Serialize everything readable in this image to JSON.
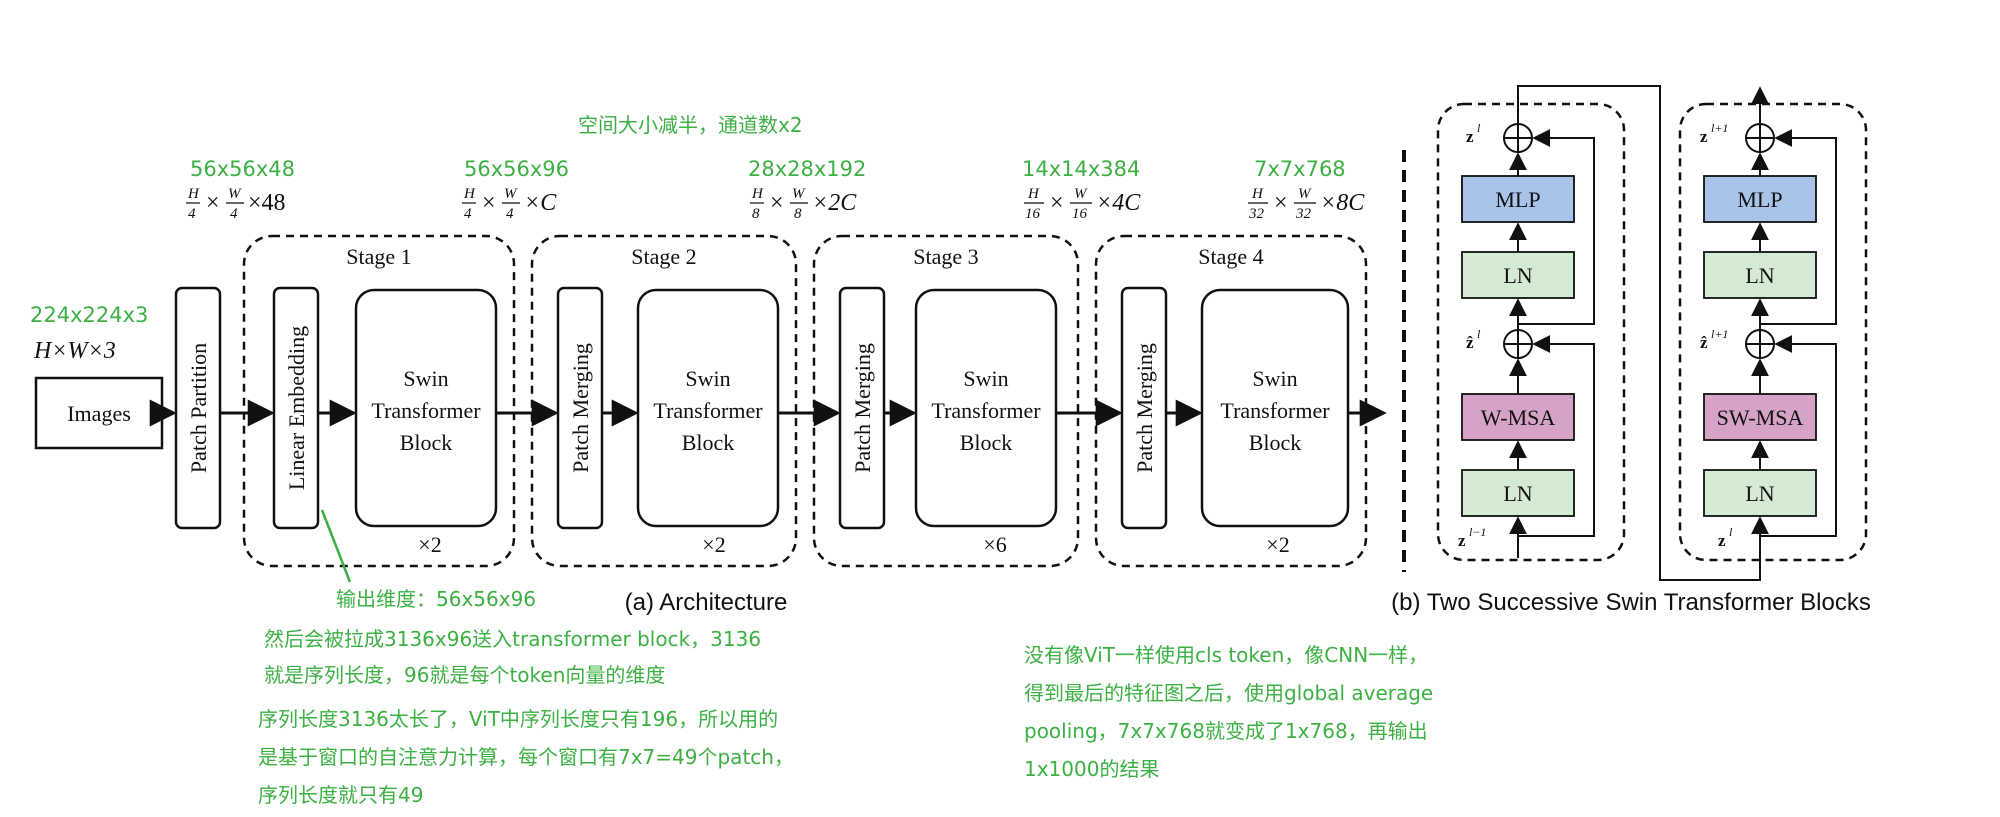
{
  "annotations": {
    "top_note": "空间大小减半，通道数x2",
    "input_dim": "224x224x3",
    "stage1_dim": "56x56x48",
    "stage1b_dim": "56x56x96",
    "stage2_dim": "28x28x192",
    "stage3_dim": "14x14x384",
    "stage4_dim": "7x7x768",
    "embed_out": "输出维度：56x56x96",
    "flatten_note_l1": "然后会被拉成3136x96送入transformer block，3136",
    "flatten_note_l2": "就是序列长度，96就是每个token向量的维度",
    "seq_note_l1": "序列长度3136太长了，ViT中序列长度只有196，所以用的",
    "seq_note_l2": "是基于窗口的自注意力计算，每个窗口有7x7=49个patch，",
    "seq_note_l3": "序列长度就只有49",
    "pool_note_l1": "没有像ViT一样使用cls token，像CNN一样，",
    "pool_note_l2": "得到最后的特征图之后，使用global average",
    "pool_note_l3": "pooling，7x7x768就变成了1x768，再输出",
    "pool_note_l4": "1x1000的结果"
  },
  "formulas": {
    "input": "H×W×3",
    "s1_num_a": "H",
    "s1_den_a": "4",
    "s1_num_b": "W",
    "s1_den_b": "4",
    "s1_rest": "×48",
    "s1b_num_a": "H",
    "s1b_den_a": "4",
    "s1b_num_b": "W",
    "s1b_den_b": "4",
    "s1b_rest": "×C",
    "s2_num_a": "H",
    "s2_den_a": "8",
    "s2_num_b": "W",
    "s2_den_b": "8",
    "s2_rest": "×2C",
    "s3_num_a": "H",
    "s3_den_a": "16",
    "s3_num_b": "W",
    "s3_den_b": "16",
    "s3_rest": "×4C",
    "s4_num_a": "H",
    "s4_den_a": "32",
    "s4_num_b": "W",
    "s4_den_b": "32",
    "s4_rest": "×8C",
    "times_sign": "×"
  },
  "architecture": {
    "images_label": "Images",
    "patch_partition": "Patch Partition",
    "linear_embedding": "Linear Embedding",
    "patch_merging": "Patch Merging",
    "swin_l1": "Swin",
    "swin_l2": "Transformer",
    "swin_l3": "Block",
    "stages": [
      {
        "title": "Stage 1",
        "repeat": "×2"
      },
      {
        "title": "Stage 2",
        "repeat": "×2"
      },
      {
        "title": "Stage 3",
        "repeat": "×6"
      },
      {
        "title": "Stage 4",
        "repeat": "×2"
      }
    ],
    "caption": "(a) Architecture"
  },
  "blocks": {
    "mlp": "MLP",
    "ln": "LN",
    "wmsa": "W-MSA",
    "swmsa": "SW-MSA",
    "z": "z",
    "sup_l": "l",
    "sup_lm1": "l−1",
    "sup_lp1": "l+1",
    "zhat": "ẑ",
    "caption": "(b) Two Successive Swin Transformer Blocks"
  },
  "colors": {
    "mlp_fill": "#a9c4ea",
    "ln_fill": "#d5ead3",
    "msa_fill": "#d6a3c7",
    "annotation_green": "#3cb043"
  }
}
